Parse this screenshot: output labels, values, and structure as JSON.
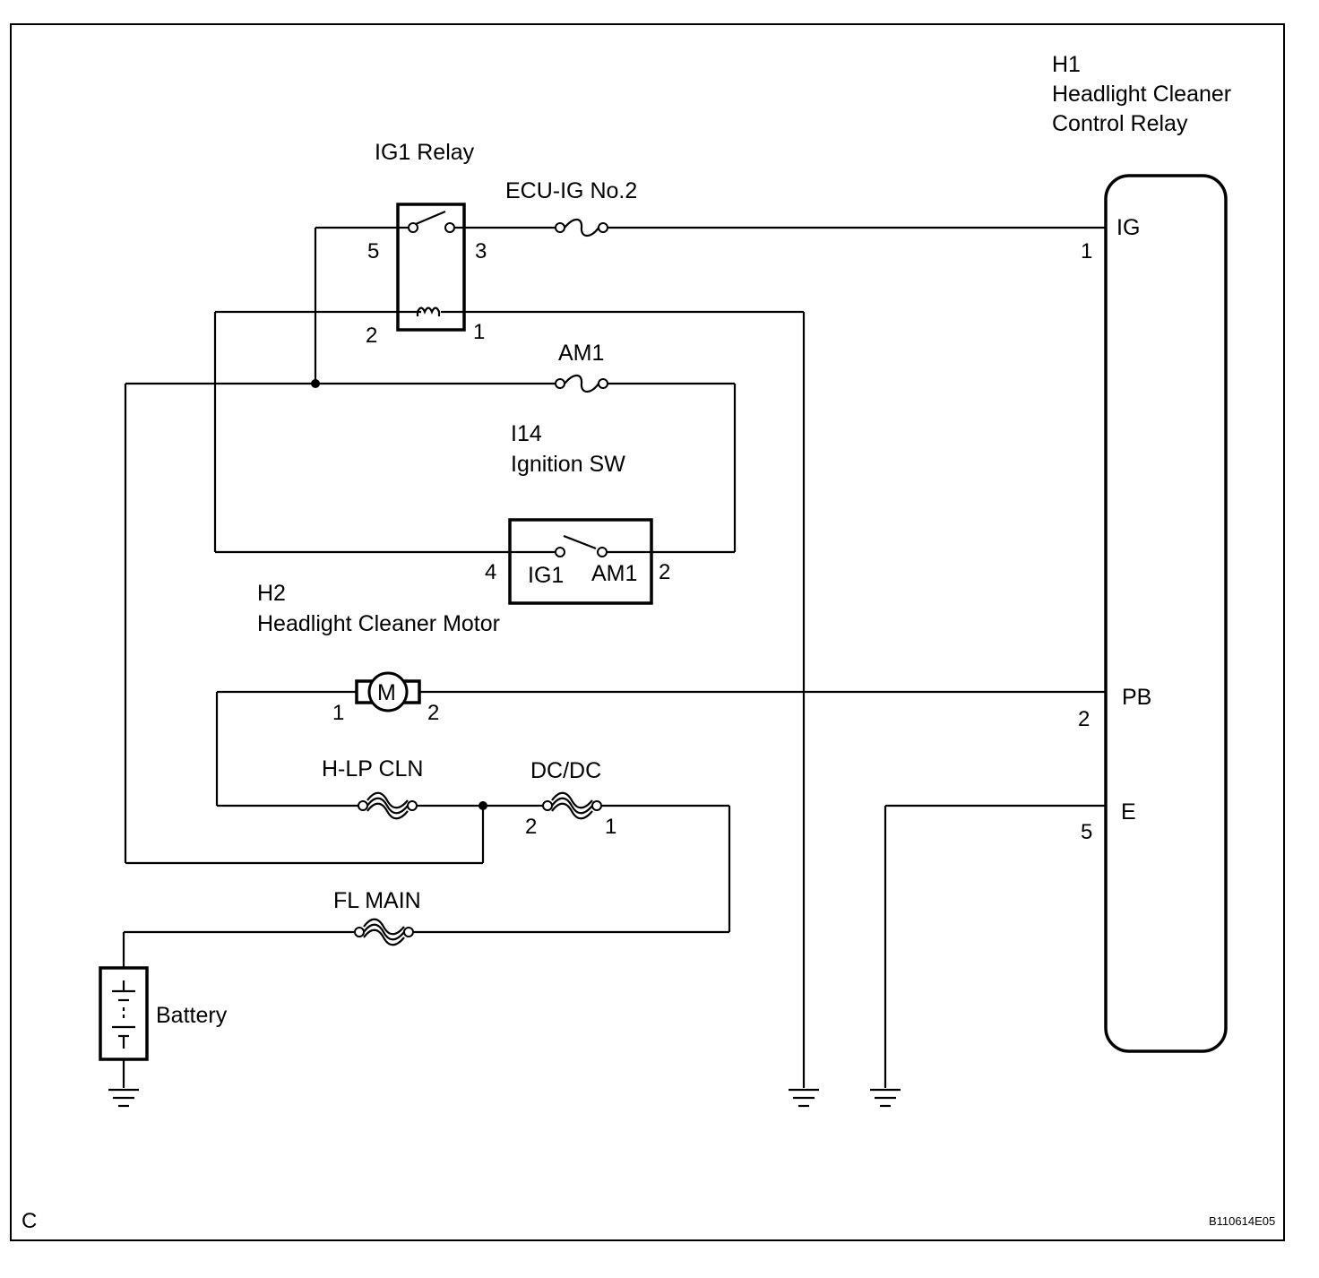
{
  "components": {
    "ig1_relay": {
      "label": "IG1 Relay",
      "pins": {
        "p5": "5",
        "p3": "3",
        "p2": "2",
        "p1": "1"
      }
    },
    "ecu_ig_fuse": {
      "label": "ECU-IG No.2"
    },
    "am1_fuse": {
      "label": "AM1"
    },
    "ignition_sw": {
      "code": "I14",
      "label": "Ignition SW",
      "contact_ig1": "IG1",
      "contact_am1": "AM1",
      "pins": {
        "p4": "4",
        "p2": "2"
      }
    },
    "control_relay": {
      "code": "H1",
      "label_line1": "Headlight Cleaner",
      "label_line2": "Control Relay",
      "terminals": {
        "ig": {
          "name": "IG",
          "pin": "1"
        },
        "pb": {
          "name": "PB",
          "pin": "2"
        },
        "e": {
          "name": "E",
          "pin": "5"
        }
      }
    },
    "cleaner_motor": {
      "code": "H2",
      "label": "Headlight Cleaner Motor",
      "symbol": "M",
      "pins": {
        "p1": "1",
        "p2": "2"
      }
    },
    "hlp_cln_fuse": {
      "label": "H-LP CLN"
    },
    "dcdc_fuse": {
      "label": "DC/DC",
      "pins": {
        "p2": "2",
        "p1": "1"
      }
    },
    "fl_main_fuse": {
      "label": "FL MAIN"
    },
    "battery": {
      "label": "Battery"
    }
  },
  "corner_label": "C",
  "figure_code": "B110614E05",
  "icons": [
    "relay-switch-icon",
    "relay-coil-icon",
    "fuse-icon",
    "fusible-link-icon",
    "motor-icon",
    "battery-icon",
    "ground-icon"
  ]
}
